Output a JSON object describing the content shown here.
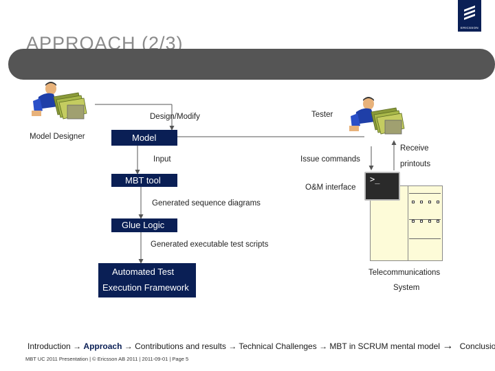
{
  "slide": {
    "title": "APPROACH (2/3)",
    "logo_text": "ERICSSON"
  },
  "diagram": {
    "model_designer_label": "Model Designer",
    "design_modify_label": "Design/Modify",
    "tester_label": "Tester",
    "model_box": "Model",
    "input_label": "Input",
    "mbt_tool_box": "MBT tool",
    "generated_seq_label": "Generated sequence diagrams",
    "glue_logic_box": "Glue Logic",
    "generated_scripts_label": "Generated executable test scripts",
    "framework_line1": "Automated Test",
    "framework_line2": "Execution Framework",
    "issue_commands_label": "Issue commands",
    "receive_label": "Receive",
    "printouts_label": "printouts",
    "om_interface_label": "O&M interface",
    "terminal_prompt": ">_",
    "telecom_line1": "Telecommunications",
    "telecom_line2": "System"
  },
  "footer": {
    "nav_intro": "Introduction",
    "nav_approach": "Approach",
    "nav_contrib": "Contributions and results",
    "nav_tech": "Technical Challenges",
    "nav_mbt": "MBT in SCRUM mental model",
    "nav_conclusion": "Conclusion",
    "arrow": "→",
    "small": "MBT UC 2011 Presentation | © Ericsson AB 2011 | 2011-09-01 | Page 5"
  },
  "colors": {
    "box_fill": "#0a1f55",
    "title_bar": "#555555",
    "system_fill": "#fdfbd8"
  },
  "icons": [
    "person-at-desk-icon",
    "terminal-icon",
    "ericsson-logo"
  ]
}
